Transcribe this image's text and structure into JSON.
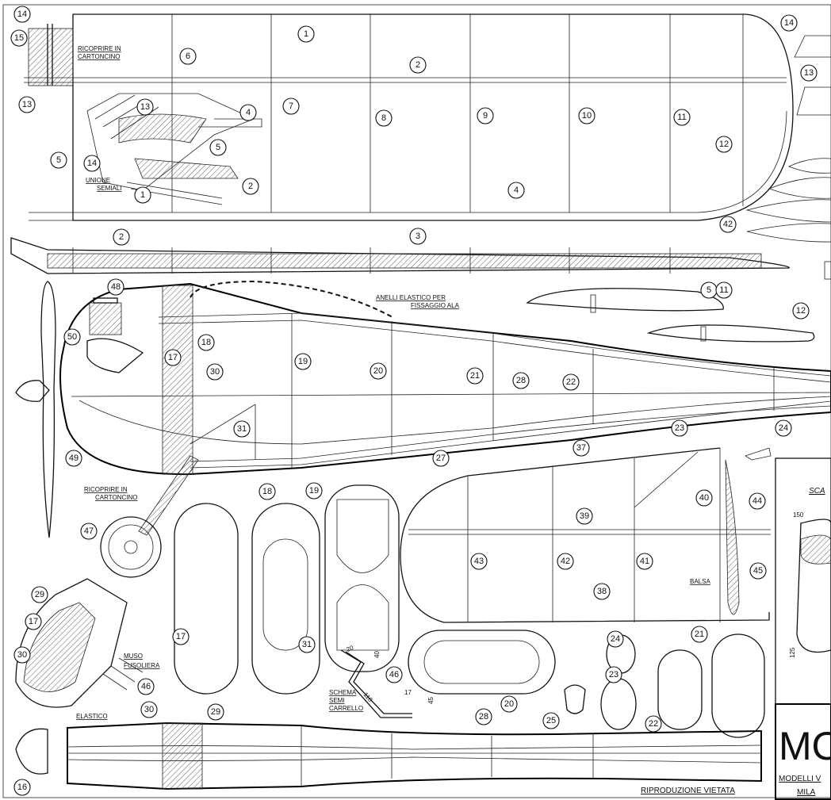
{
  "notes": {
    "cover_wing": "RICOPRIRE  IN",
    "cover_wing_2": "CARTONCINO",
    "wing_joint": "UNIONE",
    "wing_joint_2": "SEMIALI",
    "rubber_rings": "ANELLI ELASTICO PER",
    "rubber_rings_2": "FISSAGGIO  ALA",
    "cover_fuselage": "RICOPRIRE IN",
    "cover_fuselage_2": "CARTONCINO",
    "nose": "MUSO",
    "nose_2": "FUSOLIERA",
    "elastic": "ELASTICO",
    "gear_scheme": "SCHEMA",
    "gear_scheme_2": "SEMI",
    "gear_scheme_3": "CARRELLO",
    "balsa": "BALSA",
    "no_reproduction": "RIPRODUZIONE  VIETATA",
    "scale": "SCA",
    "title": "MOV",
    "maker": "MODELLI V",
    "city": "MILA"
  },
  "dimensions": {
    "d150": "150",
    "d125": "125",
    "d20": "20",
    "d40": "40",
    "d17": "17",
    "d110": "110",
    "d45": "45"
  },
  "parts": [
    "14",
    "15",
    "13",
    "5",
    "14",
    "13",
    "4",
    "5",
    "1",
    "2",
    "1",
    "6",
    "7",
    "2",
    "8",
    "9",
    "10",
    "11",
    "12",
    "4",
    "14",
    "13",
    "42",
    "2",
    "3",
    "48",
    "50",
    "17",
    "18",
    "30",
    "19",
    "20",
    "21",
    "28",
    "22",
    "23",
    "24",
    "31",
    "49",
    "27",
    "5",
    "11",
    "12",
    "18",
    "19",
    "47",
    "37",
    "40",
    "44",
    "39",
    "43",
    "42",
    "41",
    "45",
    "38",
    "29",
    "17",
    "30",
    "31",
    "46",
    "46",
    "24",
    "23",
    "21",
    "17",
    "30",
    "29",
    "20",
    "25",
    "22",
    "28",
    "16"
  ]
}
